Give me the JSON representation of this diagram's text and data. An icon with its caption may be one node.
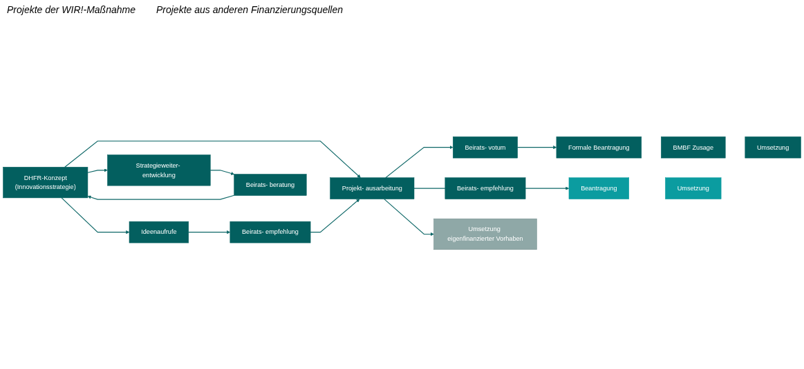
{
  "diagram": {
    "nodes": [
      {
        "text": [
          "DHFR-Konzept",
          "(Innovationsstrategie)"
        ]
      },
      {
        "text": [
          "Projekt- ausarbeitung"
        ]
      },
      {
        "text": [
          "Beirats- votum"
        ]
      },
      {
        "text": [
          "Formale Beantragung"
        ]
      },
      {
        "text": [
          "BMBF Zusage"
        ]
      },
      {
        "text": [
          "Umsetzung"
        ]
      },
      {
        "text": [
          "Beirats- empfehlung"
        ]
      },
      {
        "text": [
          "Beantragung"
        ]
      },
      {
        "text": [
          "Umsetzung"
        ]
      },
      {
        "text": [
          "Umsetzung eigenfinanzierter Vorhaben"
        ]
      },
      {
        "text": [
          "Ideenaufrufe"
        ]
      },
      {
        "text": [
          "Beirats- empfehlung"
        ]
      },
      {
        "text": [
          "Strategieweiter- entwicklung"
        ]
      },
      {
        "text": [
          "Beirats- beratung"
        ]
      }
    ],
    "edges": [
      {
        "from": 0,
        "to": 1,
        "arrow": "to"
      },
      {
        "from": 1,
        "to": 2,
        "arrow": "to"
      },
      {
        "from": 2,
        "to": 3,
        "arrow": "to"
      },
      {
        "from": 1,
        "to": 6,
        "arrow": "none"
      },
      {
        "from": 6,
        "to": 7,
        "arrow": "to"
      },
      {
        "from": 1,
        "to": 9,
        "arrow": "to"
      },
      {
        "from": 0,
        "to": 10,
        "arrow": "to"
      },
      {
        "from": 10,
        "to": 11,
        "arrow": "to"
      },
      {
        "from": 11,
        "to": 1,
        "arrow": "to"
      },
      {
        "from": 0,
        "to": 12,
        "arrow": "to"
      },
      {
        "from": 12,
        "to": 13,
        "arrow": "to"
      },
      {
        "from": 13,
        "to": 0,
        "arrow": "to"
      }
    ],
    "labels": [
      "Projekte der WIR!-Maßnahme",
      "Projekte aus anderen Finanzierungsquellen"
    ]
  }
}
